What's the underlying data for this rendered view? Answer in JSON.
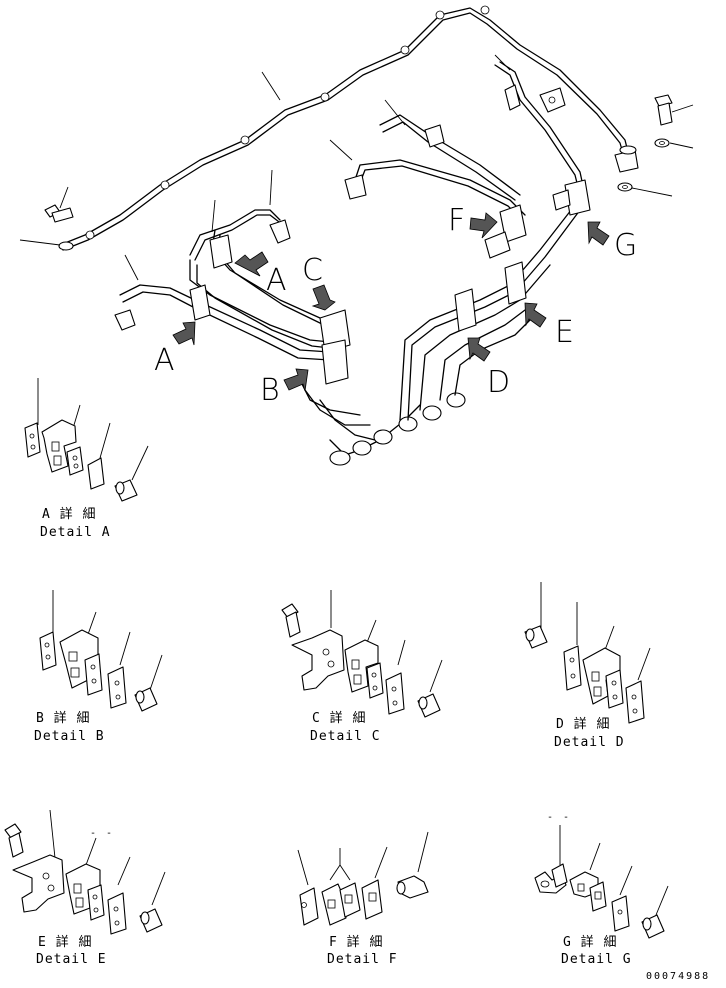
{
  "callout_letters": {
    "a1": "A",
    "a2": "A",
    "b": "B",
    "c": "C",
    "d": "D",
    "e": "E",
    "f": "F",
    "g": "G"
  },
  "details": {
    "a": {
      "jp": "A 詳 細",
      "en": "Detail A"
    },
    "b": {
      "jp": "B 詳 細",
      "en": "Detail B"
    },
    "c": {
      "jp": "C 詳 細",
      "en": "Detail C"
    },
    "d": {
      "jp": "D 詳 細",
      "en": "Detail D"
    },
    "e": {
      "jp": "E 詳 細",
      "en": "Detail E"
    },
    "f": {
      "jp": "F 詳 細",
      "en": "Detail F"
    },
    "g": {
      "jp": "G 詳 細",
      "en": "Detail G"
    }
  },
  "drawing_code": "00074988",
  "colors": {
    "line": "#000000",
    "arrow_fill": "#555555",
    "background": "#ffffff"
  }
}
